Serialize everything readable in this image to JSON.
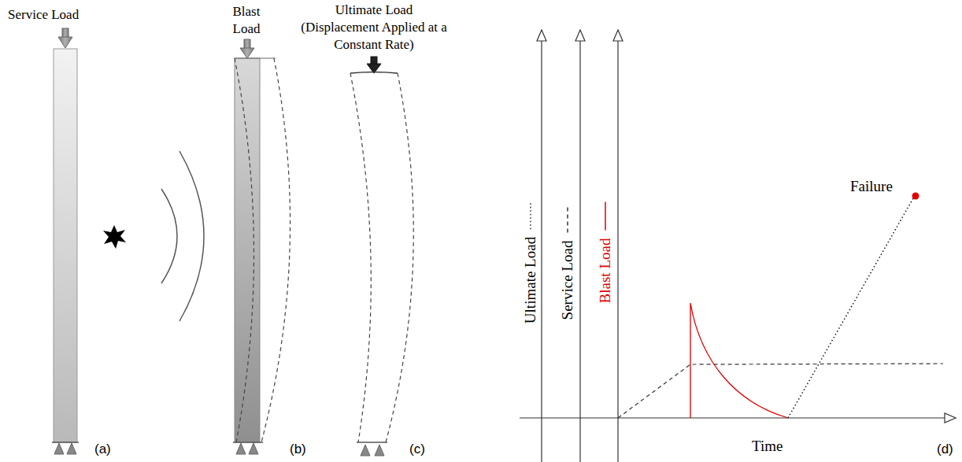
{
  "diagram": {
    "labels": [
      "Service Load",
      "Blast Load",
      "Ultimate Load (Displacement Applied at a Constant Rate)",
      "(a)",
      "(b)",
      "(c)",
      "Failure",
      "Time",
      "(d)"
    ],
    "legend": [
      {
        "text": "Ultimate Load"
      },
      {
        "text": "Service Load"
      },
      {
        "text": "Blast Load"
      }
    ]
  }
}
